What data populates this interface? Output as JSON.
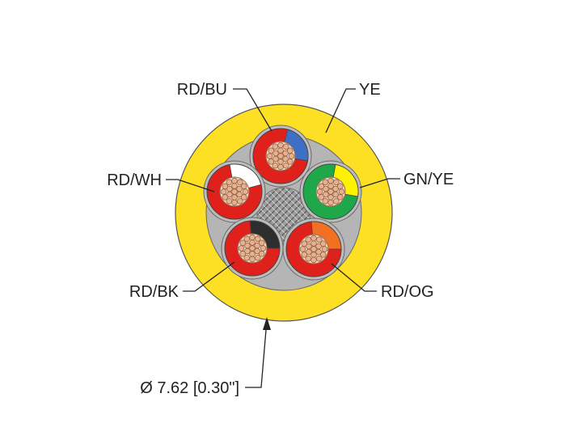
{
  "labels": {
    "jacket": "YE",
    "blue_pair": "RD/BU",
    "white_pair": "RD/WH",
    "green_pair": "GN/YE",
    "black_pair": "RD/BK",
    "orange_pair": "RD/OG",
    "diameter": "Ø 7.62 [0.30\"]"
  },
  "colors": {
    "jacket": "#fde024",
    "red": "#e0201b",
    "green": "#1fa84a",
    "blue": "#3f6fc4",
    "white": "#ffffff",
    "black": "#2d2d2d",
    "orange": "#f36f21",
    "yellow": "#fff200",
    "copper": "#e7b08e",
    "filler": "#a7a7a7"
  }
}
